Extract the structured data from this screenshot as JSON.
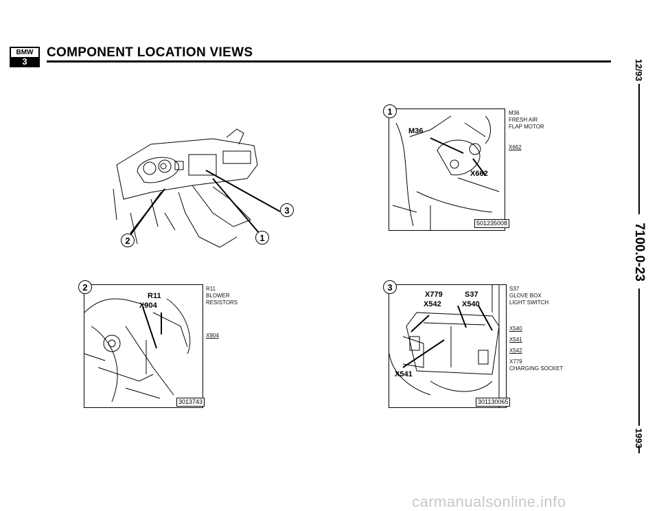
{
  "header": {
    "logo_top": "BMW",
    "logo_bottom": "3",
    "title": "COMPONENT LOCATION VIEWS"
  },
  "side": {
    "date": "12/93",
    "section": "7100.0-23",
    "year": "1993"
  },
  "overview": {
    "callouts": [
      "1",
      "2",
      "3"
    ]
  },
  "panel1": {
    "number": "1",
    "labels": {
      "m36": "M36",
      "x662": "X662"
    },
    "part_number": "501235008",
    "notes": [
      {
        "code": "M36",
        "desc": [
          "FRESH AIR",
          "FLAP MOTOR"
        ]
      },
      {
        "code": "X662",
        "desc": []
      }
    ]
  },
  "panel2": {
    "number": "2",
    "labels": {
      "r11": "R11",
      "x904": "X904"
    },
    "part_number": "3013743",
    "notes": [
      {
        "code": "R11",
        "desc": [
          "BLOWER",
          "RESISTORS"
        ]
      },
      {
        "code": "X904",
        "desc": []
      }
    ]
  },
  "panel3": {
    "number": "3",
    "labels": {
      "x779": "X779",
      "x542": "X542",
      "s37": "S37",
      "x540": "X540",
      "x541": "X541"
    },
    "part_number": "301130065",
    "notes": [
      {
        "code": "S37",
        "desc": [
          "GLOVE BOX",
          "LIGHT SWITCH"
        ]
      },
      {
        "code": "X540",
        "desc": []
      },
      {
        "code": "X541",
        "desc": []
      },
      {
        "code": "X542",
        "desc": []
      },
      {
        "code": "X779",
        "desc": [
          "CHARGING SOCKET"
        ]
      }
    ]
  },
  "watermark": "carmanualsonline.info"
}
